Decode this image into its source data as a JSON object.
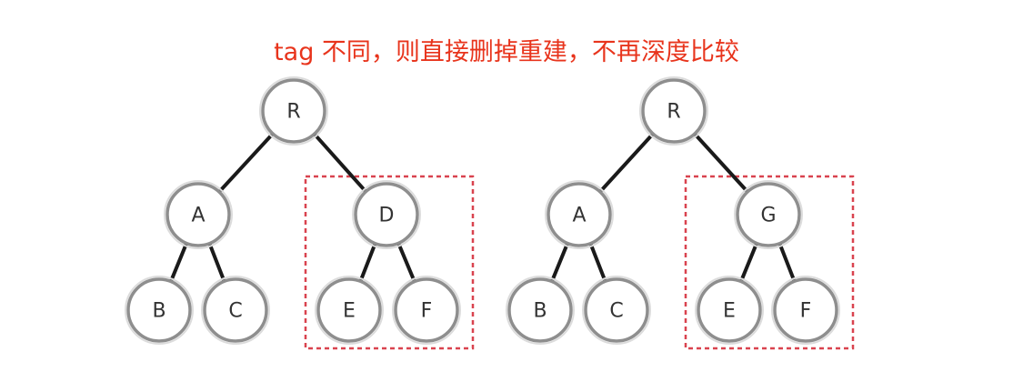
{
  "title": "tag 不同，则直接删掉重建，不再深度比较",
  "colors": {
    "title": "#e8341c",
    "highlight_box": "#d9434f"
  },
  "trees": [
    {
      "root": "R",
      "left_child": "A",
      "left_leaves": [
        "B",
        "C"
      ],
      "right_child": "D",
      "right_leaves": [
        "E",
        "F"
      ]
    },
    {
      "root": "R",
      "left_child": "A",
      "left_leaves": [
        "B",
        "C"
      ],
      "right_child": "G",
      "right_leaves": [
        "E",
        "F"
      ]
    }
  ]
}
